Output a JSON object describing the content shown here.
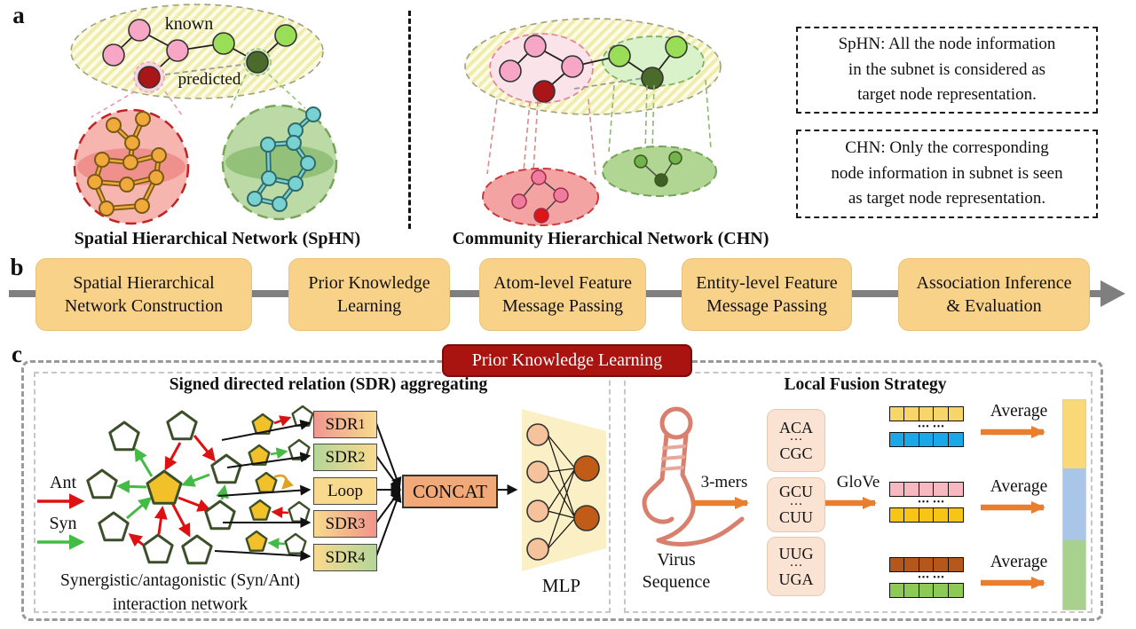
{
  "colors": {
    "step_fill": "#f9d28a",
    "banner_red": "#a91310",
    "ant_red": "#dd1111",
    "syn_green": "#44bb44",
    "orange_arrow": "#e87e2e",
    "concat_fill": "#f2a977",
    "mlp_dark_node": "#c05c17",
    "vec_yellow": "#f7d568",
    "vec_blue": "#1ba7ea",
    "vec_pink": "#f8b8c0",
    "vec_gold": "#f7c515",
    "vec_brown": "#b4571d",
    "vec_green": "#8dc955",
    "bar_yellow": "#f9d878",
    "bar_blue": "#a9c6e8",
    "bar_green": "#a9d18e"
  },
  "panel_a": {
    "label": "a",
    "known_label": "known",
    "predicted_label": "predicted",
    "sphn_caption": "Spatial Hierarchical Network (SpHN)",
    "chn_caption": "Community Hierarchical Network (CHN)",
    "sphn_note": {
      "lines": [
        "SpHN: All the node information",
        "in the subnet is considered as",
        "target node representation."
      ]
    },
    "chn_note": {
      "lines": [
        "CHN: Only the corresponding",
        "node information in subnet is seen",
        "as target node representation."
      ]
    }
  },
  "panel_b": {
    "label": "b",
    "steps": [
      {
        "lines": [
          "Spatial Hierarchical",
          "Network Construction"
        ]
      },
      {
        "lines": [
          "Prior Knowledge",
          "Learning"
        ]
      },
      {
        "lines": [
          "Atom-level Feature",
          "Message Passing"
        ]
      },
      {
        "lines": [
          "Entity-level Feature",
          "Message Passing"
        ]
      },
      {
        "lines": [
          "Association Inference",
          "& Evaluation"
        ]
      }
    ]
  },
  "panel_c": {
    "label": "c",
    "banner": "Prior Knowledge Learning",
    "sdr_section": {
      "title": "Signed directed relation (SDR) aggregating",
      "legend": {
        "ant": "Ant",
        "syn": "Syn"
      },
      "sdr_boxes": [
        {
          "base": "SDR",
          "sub": "1"
        },
        {
          "base": "SDR",
          "sub": "2"
        },
        {
          "base": "Loop",
          "sub": ""
        },
        {
          "base": "SDR",
          "sub": "3"
        },
        {
          "base": "SDR",
          "sub": "4"
        }
      ],
      "concat_label": "CONCAT",
      "mlp_label": "MLP",
      "caption_lines": [
        "Synergistic/antagonistic (Syn/Ant)",
        "interaction network"
      ]
    },
    "fusion_section": {
      "title": "Local Fusion Strategy",
      "virus_lines": [
        "Virus",
        "Sequence"
      ],
      "kmer_arrow_label": "3-mers",
      "glove_arrow_label": "GloVe",
      "kmer_boxes": [
        {
          "top": "ACA",
          "dots": "···",
          "bottom": "CGC"
        },
        {
          "top": "GCU",
          "dots": "···",
          "bottom": "CUU"
        },
        {
          "top": "UUG",
          "dots": "···",
          "bottom": "UGA"
        }
      ],
      "average_label": "Average",
      "vector_dots": "••• •••"
    }
  }
}
